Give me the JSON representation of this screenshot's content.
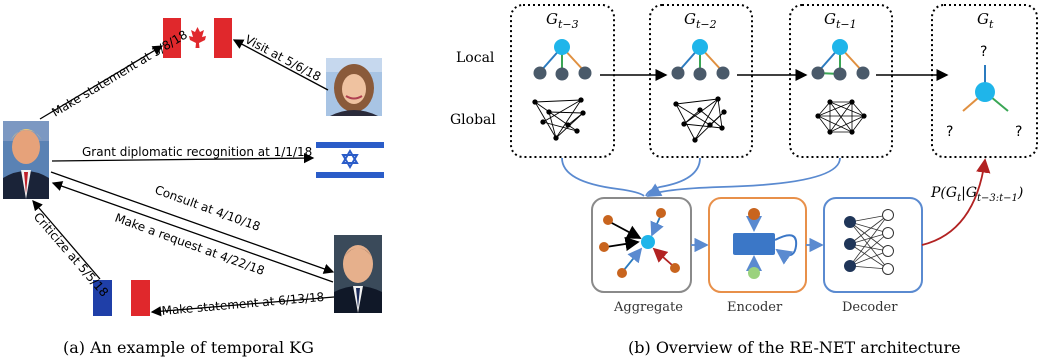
{
  "panel_a": {
    "edges": [
      {
        "label": "Make statement at 3/8/18"
      },
      {
        "label": "Visit at 5/6/18"
      },
      {
        "label": "Grant diplomatic recognition at 1/1/18"
      },
      {
        "label": "Consult at 4/10/18"
      },
      {
        "label": "Make a request at 4/22/18"
      },
      {
        "label": "Criticize at 5/5/18"
      },
      {
        "label": "Make statement at 6/13/18"
      }
    ],
    "caption": "(a) An example of temporal KG"
  },
  "panel_b": {
    "graph_titles": [
      {
        "base": "G",
        "sub": "t−3"
      },
      {
        "base": "G",
        "sub": "t−2"
      },
      {
        "base": "G",
        "sub": "t−1"
      },
      {
        "base": "G",
        "sub": "t"
      }
    ],
    "row_labels": {
      "local": "Local",
      "global": "Global"
    },
    "unknown_mark": "?",
    "modules": {
      "aggregate": "Aggregate",
      "encoder": "Encoder",
      "decoder": "Decoder"
    },
    "probability": {
      "lhs": "P(G",
      "lhs_sub": "t",
      "mid": "|G",
      "rhs_sub": "t−3:t−1",
      "close": ")"
    },
    "caption": "(b) Overview of the RE-NET architecture"
  },
  "colors": {
    "center_node": "#1fb5ea",
    "gray_node": "#4a5a6a",
    "orange_node": "#c8641e",
    "dark_blue_node": "#1f3558",
    "encoder_blue": "#3b77c7",
    "green_node": "#9bd27e",
    "aggregate_border": "#8a8a8a",
    "encoder_border": "#e8904a",
    "decoder_border": "#5a8ad0",
    "feedback_red": "#b22222",
    "flow_blue": "#5a8ad0",
    "edge_orange": "#e09040",
    "edge_green": "#3aa655",
    "edge_blue": "#2b7bbf"
  }
}
